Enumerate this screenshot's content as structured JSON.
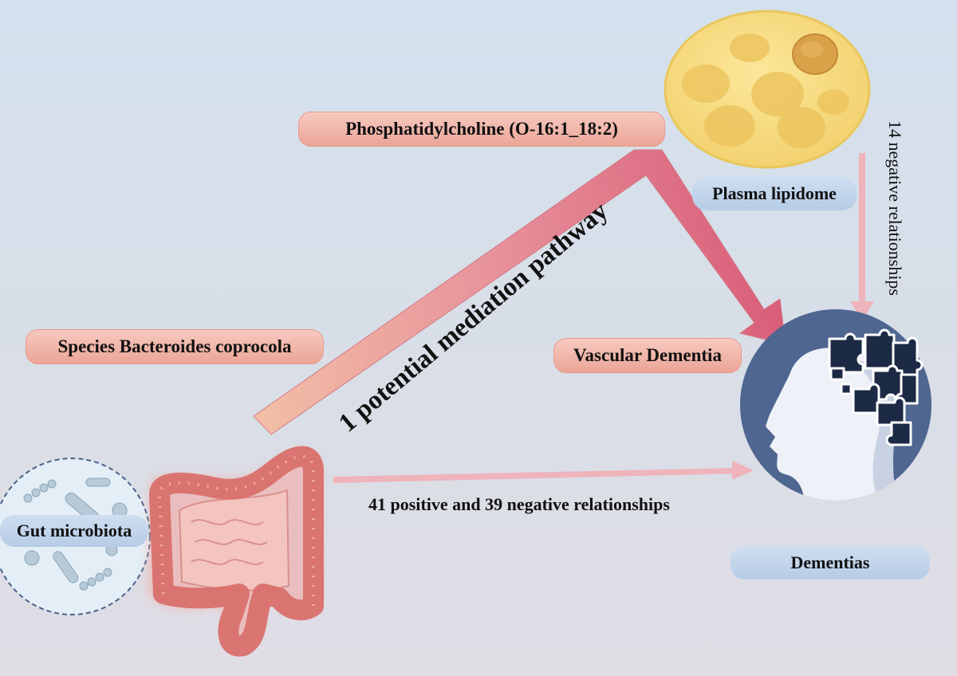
{
  "labels": {
    "species": "Species Bacteroides coprocola",
    "lipid": "Phosphatidylcholine (O-16:1_18:2)",
    "outcome": "Vascular Dementia",
    "gut": "Gut microbiota",
    "plasma": "Plasma lipidome",
    "dementias": "Dementias"
  },
  "arrows": {
    "mediation": "1 potential mediation pathway",
    "gut_to_dementia": "41 positive and 39 negative relationships",
    "lipid_to_dementia": "14 negative relationships"
  },
  "colors": {
    "pink_pill": "#eba597",
    "blue_pill": "#b6cce6",
    "big_arrow_start": "#f0b8a0",
    "big_arrow_end": "#dc5f78",
    "light_arrow": "#efb3bb",
    "head_circle": "#4e6690",
    "puzzle": "#1c2a45",
    "plasma_cell": "#f6dc7e",
    "colon": "#d9706b"
  },
  "icons": [
    "gut-microbiota-illustration",
    "intestine-illustration",
    "plasma-cell-illustration",
    "head-puzzle-illustration"
  ]
}
